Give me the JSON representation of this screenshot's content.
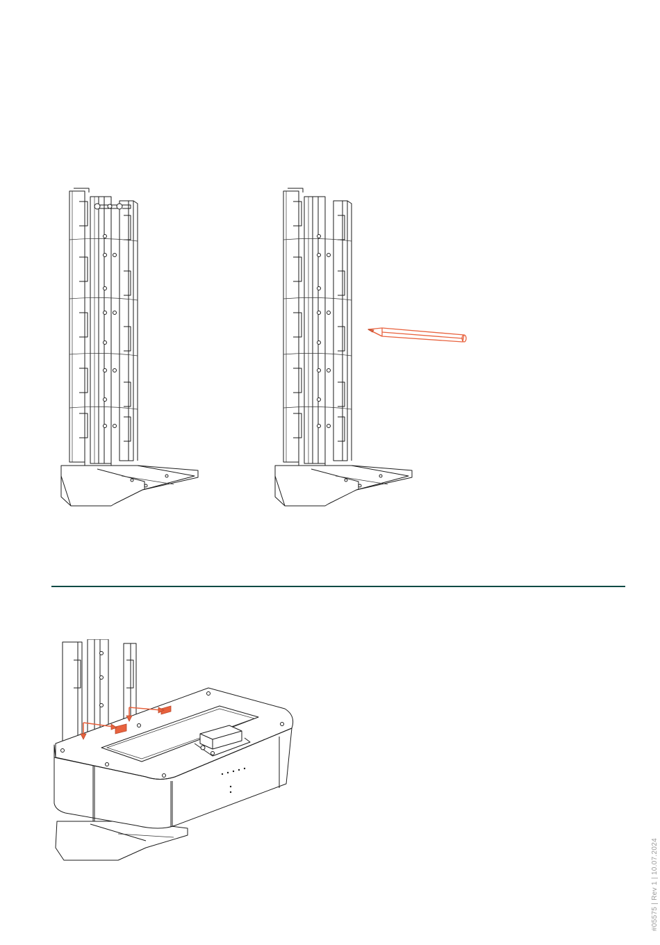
{
  "doc_reference": "#05575 | Rev 1 | 10.07.2024",
  "colors": {
    "accent": "#e8623e",
    "divider": "#0e4a44",
    "line_art": "#1a1a1a",
    "footer_text": "#9a9a9a"
  },
  "illustrations": [
    {
      "id": "rack-with-pins",
      "icon": "mounting-rack-illustration"
    },
    {
      "id": "rack-with-pencil",
      "icon": "mounting-rack-illustration"
    },
    {
      "id": "pencil-marker",
      "icon": "pencil-icon"
    },
    {
      "id": "base-unit-mounting",
      "icon": "inverter-base-illustration"
    }
  ]
}
